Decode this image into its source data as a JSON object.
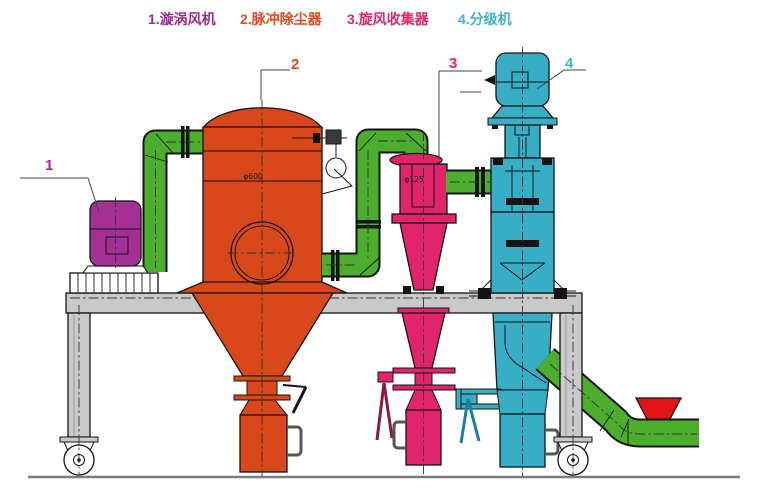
{
  "legend": {
    "items": [
      {
        "label": "1.漩涡风机",
        "color": "#9c2b8f"
      },
      {
        "label": "2.脉冲除尘器",
        "color": "#e2491f"
      },
      {
        "label": "3.旋风收集器",
        "color": "#e2246b"
      },
      {
        "label": "4.分级机",
        "color": "#3eb3c9"
      }
    ]
  },
  "part_labels": {
    "fan": "1",
    "dust_collector": "2",
    "cyclone": "3",
    "classifier": "4"
  },
  "annotations": {
    "vessel_diameter": "φ600",
    "cyclone_tube_diameter": "φ125"
  },
  "colors": {
    "pipe_green": "#4bae2c",
    "collector_orange": "#d9481a",
    "fan_purple": "#a53095",
    "cyclone_pink": "#e2246b",
    "classifier_teal": "#38aec6",
    "funnel_red": "#e11515",
    "frame_gray": "#c9c9c9",
    "valve_dark_red": "#8b1a3a",
    "valve_dark_teal": "#1b7f96"
  }
}
